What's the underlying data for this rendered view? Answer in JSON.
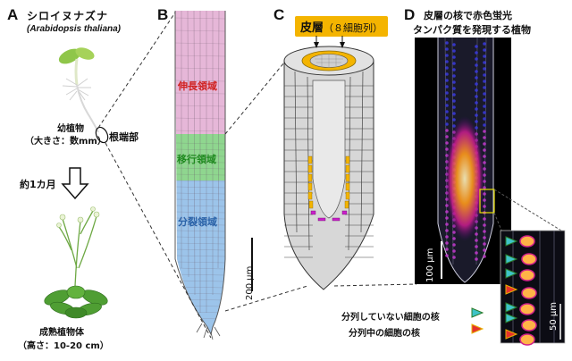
{
  "panel_a": {
    "letter": "A",
    "title": "シロイヌナズナ",
    "species": "(Arabidopsis thaliana)",
    "seedling_label": "幼植物",
    "seedling_size": "（大きさ：数mm）",
    "root_tip_label": "根端部",
    "arrow_label": "約1カ月",
    "mature_label": "成熟植物体",
    "mature_size": "（高さ：10-20 cm）"
  },
  "panel_b": {
    "letter": "B",
    "zone_elongation": "伸長領域",
    "zone_transition": "移行領域",
    "zone_division": "分裂領域",
    "scale_label": "200 μm",
    "colors": {
      "elongation": "#e6b7d8",
      "transition": "#8fd68f",
      "division": "#9cc4ea",
      "elongation_text": "#d0201e",
      "transition_text": "#1f8a1f",
      "division_text": "#2a62a8"
    }
  },
  "panel_c": {
    "letter": "C",
    "cortex_label": "皮層",
    "cortex_count": "（８細胞列）",
    "colors": {
      "cortex": "#f4b400",
      "division": "#c91fc9"
    }
  },
  "panel_d": {
    "letter": "D",
    "title_line1": "皮層の核で赤色蛍光",
    "title_line2": "タンパク質を発現する植物",
    "scale_large": "100 μm",
    "scale_small": "50 μm",
    "legend_nondividing": "分列していない細胞の核",
    "legend_dividing": "分列中の細胞の核",
    "colors": {
      "nondividing_marker": "#3ec3c7",
      "dividing_marker": "#e5322d"
    }
  }
}
